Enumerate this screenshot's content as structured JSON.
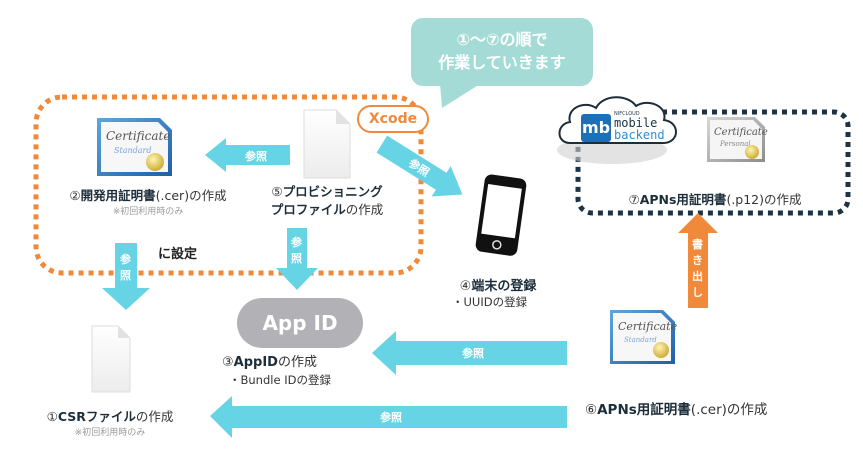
{
  "callout": {
    "line1": "①〜⑦の順で",
    "line2": "作業していきます",
    "color": "#a5dbd6"
  },
  "colors": {
    "arrow_reference": "#66d4e4",
    "arrow_export": "#f08a3a",
    "xcode_border": "#f08a3a",
    "nifcloud_border": "#1d3344",
    "app_id_pill": "#b1b1b6"
  },
  "groups": {
    "xcode": {
      "label": "Xcode",
      "set_label": "に設定"
    },
    "nifcloud": {
      "logo_small": "NIFCLOUD",
      "logo_mb": "mb",
      "logo_line1": "mobile",
      "logo_line2": "backend"
    }
  },
  "steps": [
    {
      "id": 1,
      "num": "①",
      "bold": "CSRファイル",
      "rest": "の作成",
      "note": "※初回利用時のみ",
      "icon": "blank-file-icon"
    },
    {
      "id": 2,
      "num": "②",
      "bold": "開発用証明書",
      "rest": "(.cer)の作成",
      "note": "※初回利用時のみ",
      "icon": "certificate-icon"
    },
    {
      "id": 3,
      "num": "③",
      "bold": "AppID",
      "rest": "の作成",
      "note": "・Bundle IDの登録",
      "icon": "app-id-pill",
      "pill_text": "App ID"
    },
    {
      "id": 4,
      "num": "④",
      "bold": "端末の登録",
      "rest": "",
      "note": "・UUIDの登録",
      "icon": "smartphone-icon"
    },
    {
      "id": 5,
      "num": "⑤",
      "bold": "プロビショニング",
      "bold2": "プロファイル",
      "rest": "の作成",
      "icon": "blank-file-icon"
    },
    {
      "id": 6,
      "num": "⑥",
      "bold": "APNs用証明書",
      "rest": "(.cer)の作成",
      "icon": "certificate-icon"
    },
    {
      "id": 7,
      "num": "⑦",
      "bold": "APNs用証明書",
      "rest": "(.p12)の作成",
      "icon": "personal-certificate-icon"
    }
  ],
  "arrows": {
    "ref_5_to_2": "参照",
    "ref_5_to_4": "参照",
    "ref_5_to_3_top": "参",
    "ref_5_to_3_bottom": "照",
    "ref_2_to_1_top": "参",
    "ref_2_to_1_bottom": "照",
    "ref_6_to_3": "参照",
    "ref_6_to_1": "参照",
    "export_6_to_7": [
      "書",
      "き",
      "出",
      "し"
    ]
  },
  "cert_text": {
    "title": "Certificate",
    "standard": "Standard",
    "personal": "Personal"
  }
}
